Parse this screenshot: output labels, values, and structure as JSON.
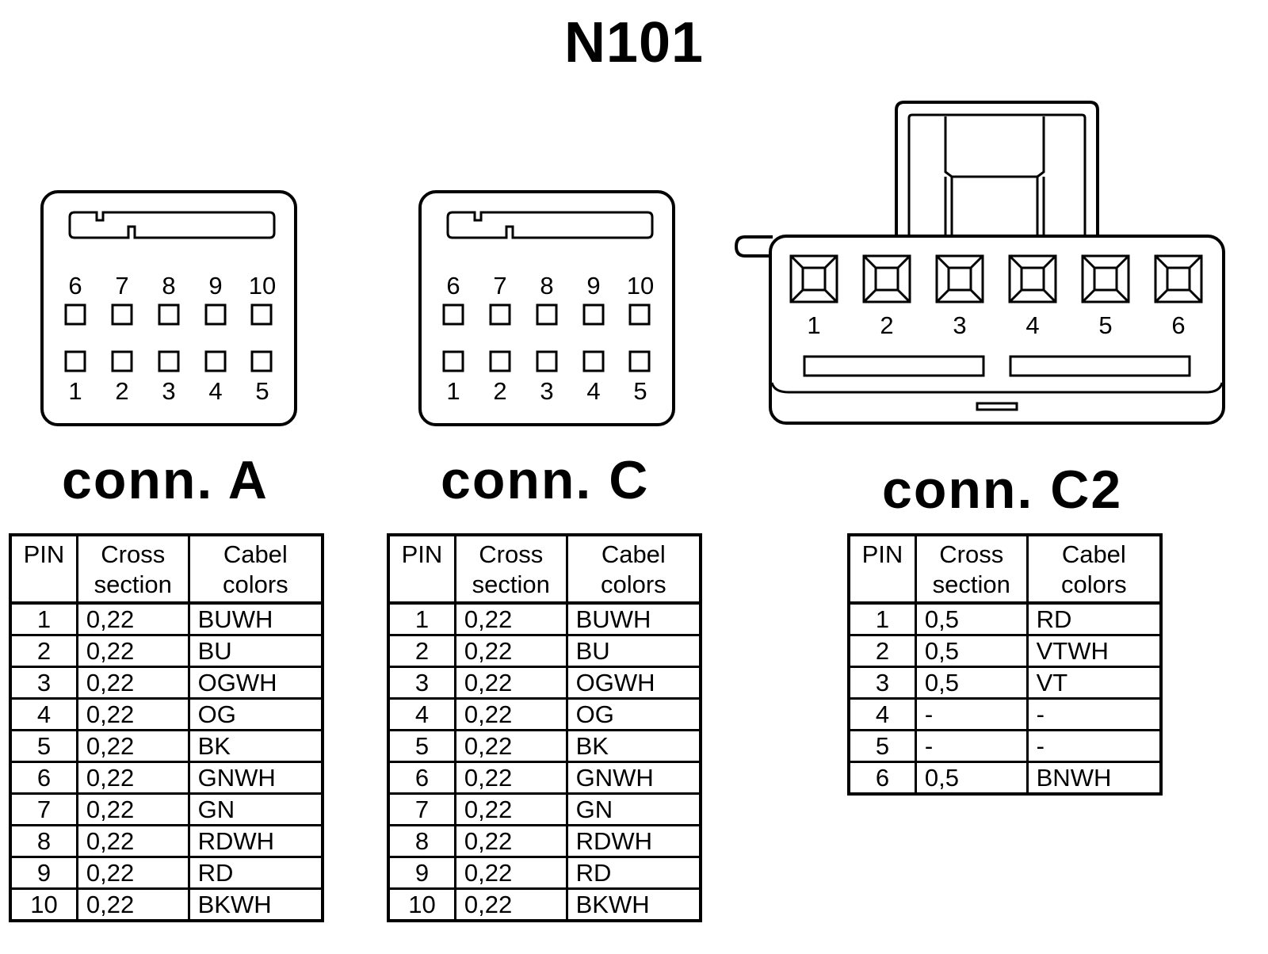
{
  "title": "N101",
  "connectors": [
    {
      "label": "conn. A",
      "top_pins": [
        "6",
        "7",
        "8",
        "9",
        "10"
      ],
      "bottom_pins": [
        "1",
        "2",
        "3",
        "4",
        "5"
      ],
      "headers": {
        "pin": "PIN",
        "cross": "Cross section",
        "colors": "Cabel colors"
      },
      "rows": [
        {
          "pin": "1",
          "cross": "0,22",
          "color": "BUWH"
        },
        {
          "pin": "2",
          "cross": "0,22",
          "color": "BU"
        },
        {
          "pin": "3",
          "cross": "0,22",
          "color": "OGWH"
        },
        {
          "pin": "4",
          "cross": "0,22",
          "color": "OG"
        },
        {
          "pin": "5",
          "cross": "0,22",
          "color": "BK"
        },
        {
          "pin": "6",
          "cross": "0,22",
          "color": "GNWH"
        },
        {
          "pin": "7",
          "cross": "0,22",
          "color": "GN"
        },
        {
          "pin": "8",
          "cross": "0,22",
          "color": "RDWH"
        },
        {
          "pin": "9",
          "cross": "0,22",
          "color": "RD"
        },
        {
          "pin": "10",
          "cross": "0,22",
          "color": "BKWH"
        }
      ]
    },
    {
      "label": "conn. C",
      "top_pins": [
        "6",
        "7",
        "8",
        "9",
        "10"
      ],
      "bottom_pins": [
        "1",
        "2",
        "3",
        "4",
        "5"
      ],
      "headers": {
        "pin": "PIN",
        "cross": "Cross section",
        "colors": "Cabel colors"
      },
      "rows": [
        {
          "pin": "1",
          "cross": "0,22",
          "color": "BUWH"
        },
        {
          "pin": "2",
          "cross": "0,22",
          "color": "BU"
        },
        {
          "pin": "3",
          "cross": "0,22",
          "color": "OGWH"
        },
        {
          "pin": "4",
          "cross": "0,22",
          "color": "OG"
        },
        {
          "pin": "5",
          "cross": "0,22",
          "color": "BK"
        },
        {
          "pin": "6",
          "cross": "0,22",
          "color": "GNWH"
        },
        {
          "pin": "7",
          "cross": "0,22",
          "color": "GN"
        },
        {
          "pin": "8",
          "cross": "0,22",
          "color": "RDWH"
        },
        {
          "pin": "9",
          "cross": "0,22",
          "color": "RD"
        },
        {
          "pin": "10",
          "cross": "0,22",
          "color": "BKWH"
        }
      ]
    },
    {
      "label": "conn. C2",
      "pins": [
        "1",
        "2",
        "3",
        "4",
        "5",
        "6"
      ],
      "headers": {
        "pin": "PIN",
        "cross": "Cross section",
        "colors": "Cabel colors"
      },
      "rows": [
        {
          "pin": "1",
          "cross": "0,5",
          "color": "RD"
        },
        {
          "pin": "2",
          "cross": "0,5",
          "color": "VTWH"
        },
        {
          "pin": "3",
          "cross": "0,5",
          "color": "VT"
        },
        {
          "pin": "4",
          "cross": "-",
          "color": "-"
        },
        {
          "pin": "5",
          "cross": "-",
          "color": "-"
        },
        {
          "pin": "6",
          "cross": "0,5",
          "color": "BNWH"
        }
      ]
    }
  ]
}
